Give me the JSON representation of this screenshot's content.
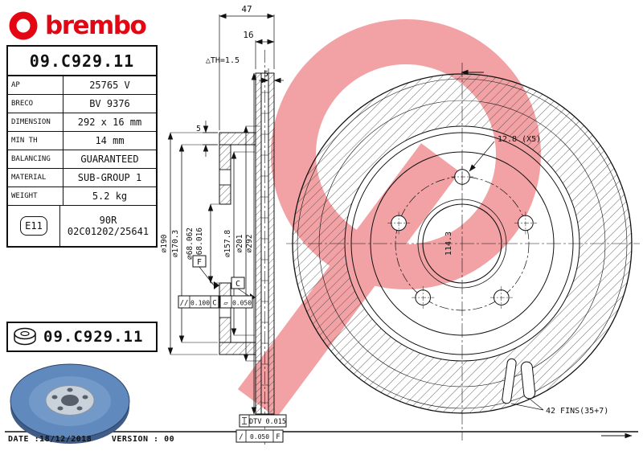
{
  "brand": {
    "wordmark": "brembo"
  },
  "header": {
    "part_number": "09.C929.11"
  },
  "spec_table": {
    "rows": [
      {
        "label": "AP",
        "value": "25765 V"
      },
      {
        "label": "BRECO",
        "value": "BV 9376"
      },
      {
        "label": "DIMENSION",
        "value": "292 x 16 mm"
      },
      {
        "label": "MIN TH",
        "value": "14 mm"
      },
      {
        "label": "BALANCING",
        "value": "GUARANTEED"
      },
      {
        "label": "MATERIAL",
        "value": "SUB-GROUP 1"
      },
      {
        "label": "WEIGHT",
        "value": "5.2 kg"
      }
    ]
  },
  "homologation": {
    "label": "E11",
    "line1": "90R",
    "line2": "02C01202/25641"
  },
  "footer_part": {
    "part_number": "09.C929.11"
  },
  "footer": {
    "date": "DATE :18/12/2018",
    "version": "VERSION : 00"
  },
  "drawing": {
    "section": {
      "dim_total_width": "47",
      "dim_band_width": "16",
      "min_th_note": "△TH=1.5",
      "dim_plate": "5",
      "dim_wall": "5",
      "datum_f": "F",
      "datum_c": "C",
      "fcf_parallelism": {
        "symbol": "//",
        "value": "0.100",
        "datum": "C"
      },
      "fcf_flatness": {
        "symbol": "▱",
        "value": "0.050"
      },
      "dtv_label": "DTV 0.015",
      "fcf_runout": {
        "symbol": "/",
        "value": "0.050",
        "datum": "F"
      },
      "diameters": [
        "⌀190",
        "⌀170.3",
        "⌀68.062",
        "⌀68.016",
        "⌀157.8",
        "⌀201",
        "⌀292"
      ]
    },
    "front_view": {
      "pcd": "114.3",
      "bolt_holes": "12.8 (X5)",
      "fins": "42 FINS(35+7)"
    }
  },
  "colors": {
    "brand_red": "#e30613",
    "watermark": "#f2a2a4",
    "disc_face": "#6089bd"
  }
}
